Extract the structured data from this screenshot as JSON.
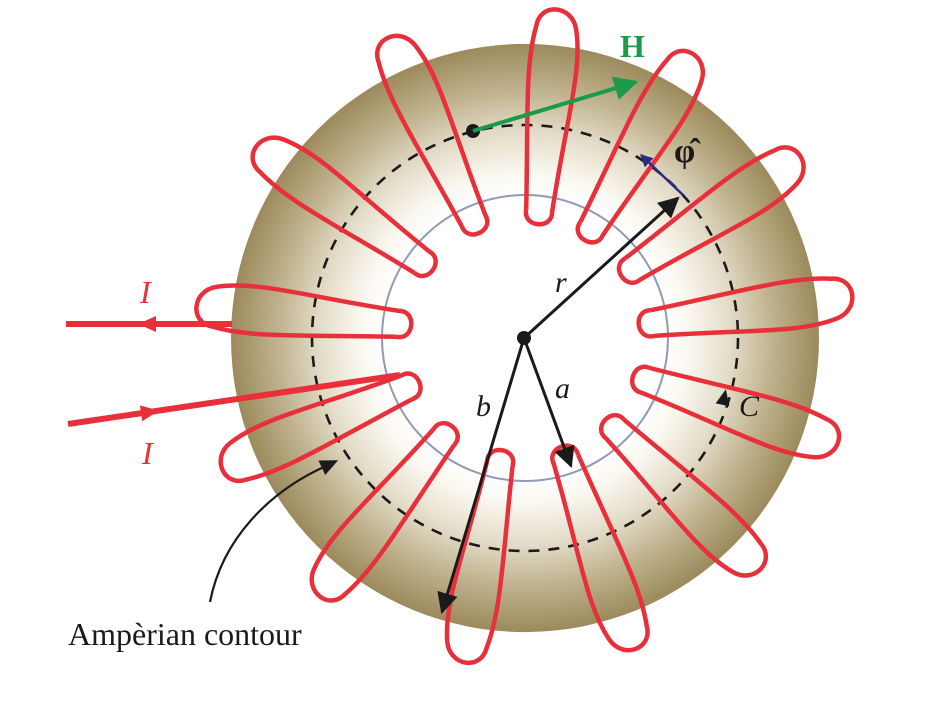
{
  "labels": {
    "H": "H",
    "phi_hat": "φ̂",
    "r": "r",
    "a": "a",
    "b": "b",
    "C": "C",
    "I_in": "I",
    "I_out": "I",
    "amperian": "Ampèrian contour"
  },
  "colors": {
    "coil": "#e8303a",
    "H_vector": "#1a9a4a",
    "phi_vector": "#2a2a8a",
    "core_outer": "#9c8a5c",
    "core_inner": "#ffffff",
    "hole_edge": "#8f9bb5",
    "ink": "#1a1a1a"
  },
  "icons": {
    "H_vector": "arrow-right-icon",
    "phi_vector": "arrow-up-left-icon"
  }
}
